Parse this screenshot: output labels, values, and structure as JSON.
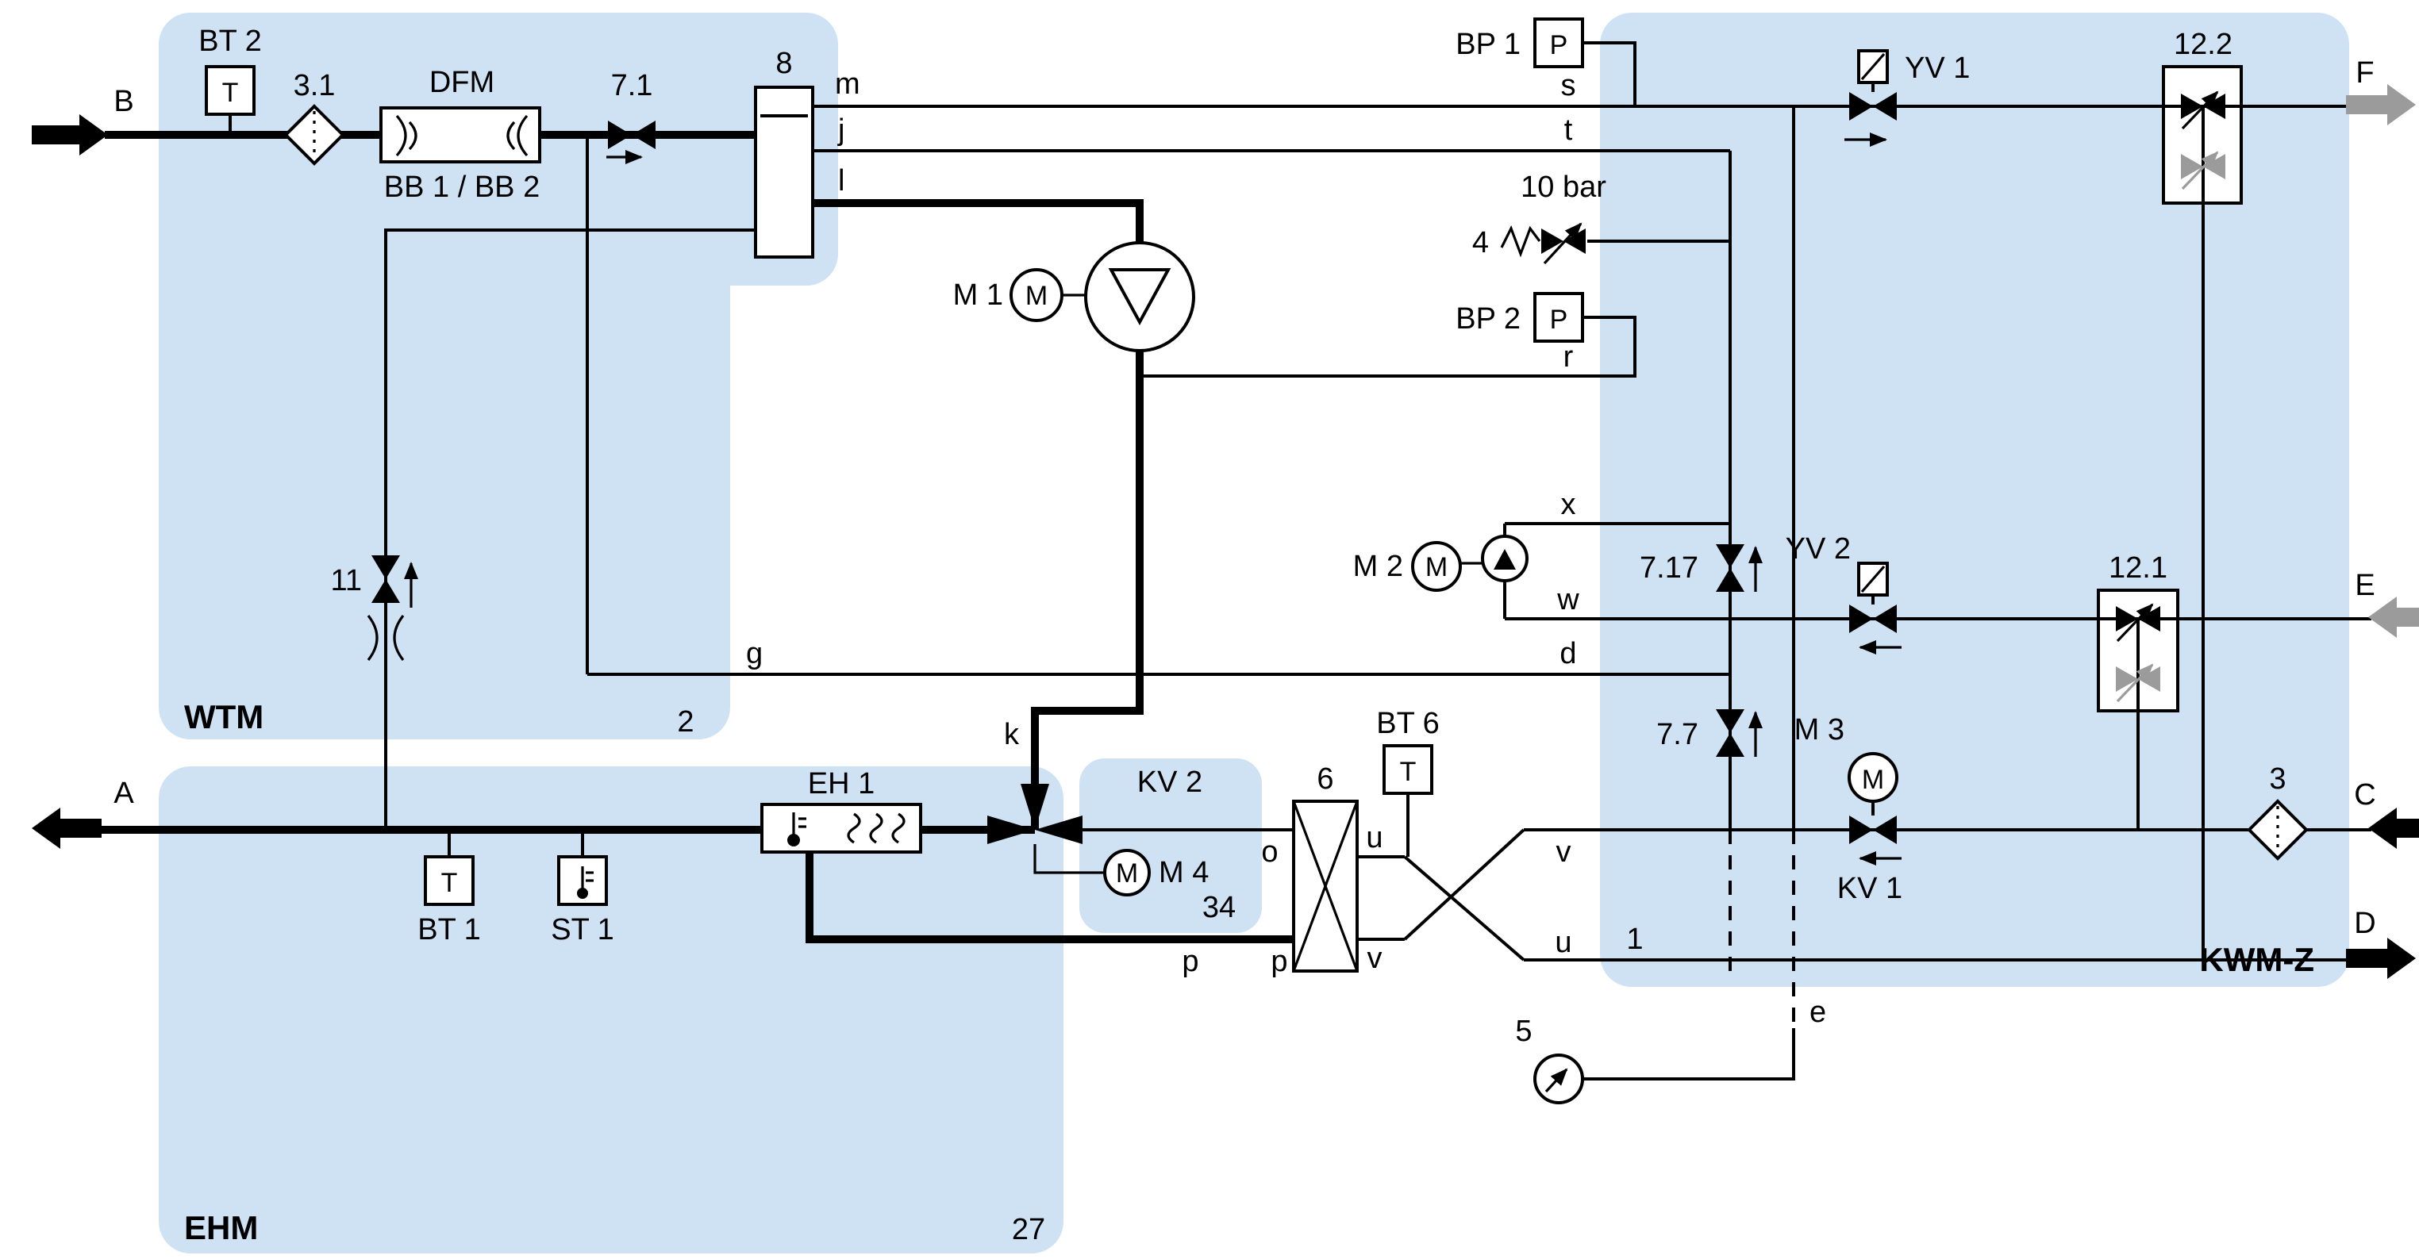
{
  "diagram": {
    "regions": {
      "wtm": "WTM",
      "ehm": "EHM",
      "kwmz": "KWM-Z"
    },
    "ports": {
      "a": "A",
      "b": "B",
      "c": "C",
      "d": "D",
      "e": "E",
      "f": "F"
    },
    "devices": {
      "bt1": "BT 1",
      "bt2": "BT 2",
      "bt6": "BT 6",
      "st1": "ST 1",
      "bp1": "BP 1",
      "bp2": "BP 2",
      "dfm": "DFM",
      "bb": "BB 1 / BB 2",
      "eh1": "EH 1",
      "m1": "M 1",
      "m2": "M 2",
      "m3": "M 3",
      "m4": "M 4",
      "yv1": "YV 1",
      "yv2": "YV 2",
      "kv1": "KV 1",
      "kv2": "KV 2",
      "sensor_t": "T",
      "sensor_p": "P",
      "motor_m": "M"
    },
    "items": {
      "n1": "1",
      "n2": "2",
      "n3": "3",
      "n3_1": "3.1",
      "n4": "4",
      "n5": "5",
      "n6": "6",
      "n7_1": "7.1",
      "n7_7": "7.7",
      "n7_17": "7.17",
      "n8": "8",
      "n11": "11",
      "n12_1": "12.1",
      "n12_2": "12.2",
      "n27": "27",
      "n34": "34",
      "pressure_rating": "10 bar"
    },
    "line_labels": {
      "d": "d",
      "e": "e",
      "g": "g",
      "j": "j",
      "k": "k",
      "l": "l",
      "m": "m",
      "o": "o",
      "p": "p",
      "r": "r",
      "s": "s",
      "t": "t",
      "u": "u",
      "v": "v",
      "w": "w",
      "x": "x"
    },
    "colors": {
      "region_fill": "#cfe2f4",
      "line": "#000000",
      "muted": "#9b9b9b",
      "background": "#ffffff"
    }
  }
}
